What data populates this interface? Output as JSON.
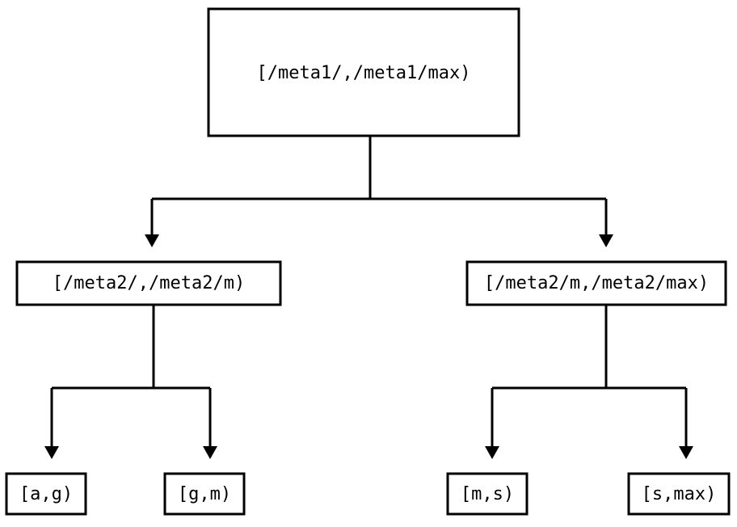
{
  "diagram": {
    "type": "tree",
    "title": "",
    "orientation": "top-down",
    "background_color": "#ffffff",
    "stroke_color": "#000000",
    "text_color": "#000000",
    "nodes": {
      "root": {
        "label": "[/meta1/,/meta1/max)"
      },
      "mid_left": {
        "label": "[/meta2/,/meta2/m)"
      },
      "mid_right": {
        "label": "[/meta2/m,/meta2/max)"
      },
      "leaf_1": {
        "label": "[a,g)"
      },
      "leaf_2": {
        "label": "[g,m)"
      },
      "leaf_3": {
        "label": "[m,s)"
      },
      "leaf_4": {
        "label": "[s,max)"
      }
    },
    "edges": [
      {
        "from": "root",
        "to": "mid_left",
        "arrow": "down-triangle"
      },
      {
        "from": "root",
        "to": "mid_right",
        "arrow": "down-triangle"
      },
      {
        "from": "mid_left",
        "to": "leaf_1",
        "arrow": "down-triangle"
      },
      {
        "from": "mid_left",
        "to": "leaf_2",
        "arrow": "down-triangle"
      },
      {
        "from": "mid_right",
        "to": "leaf_3",
        "arrow": "down-triangle"
      },
      {
        "from": "mid_right",
        "to": "leaf_4",
        "arrow": "down-triangle"
      }
    ]
  }
}
